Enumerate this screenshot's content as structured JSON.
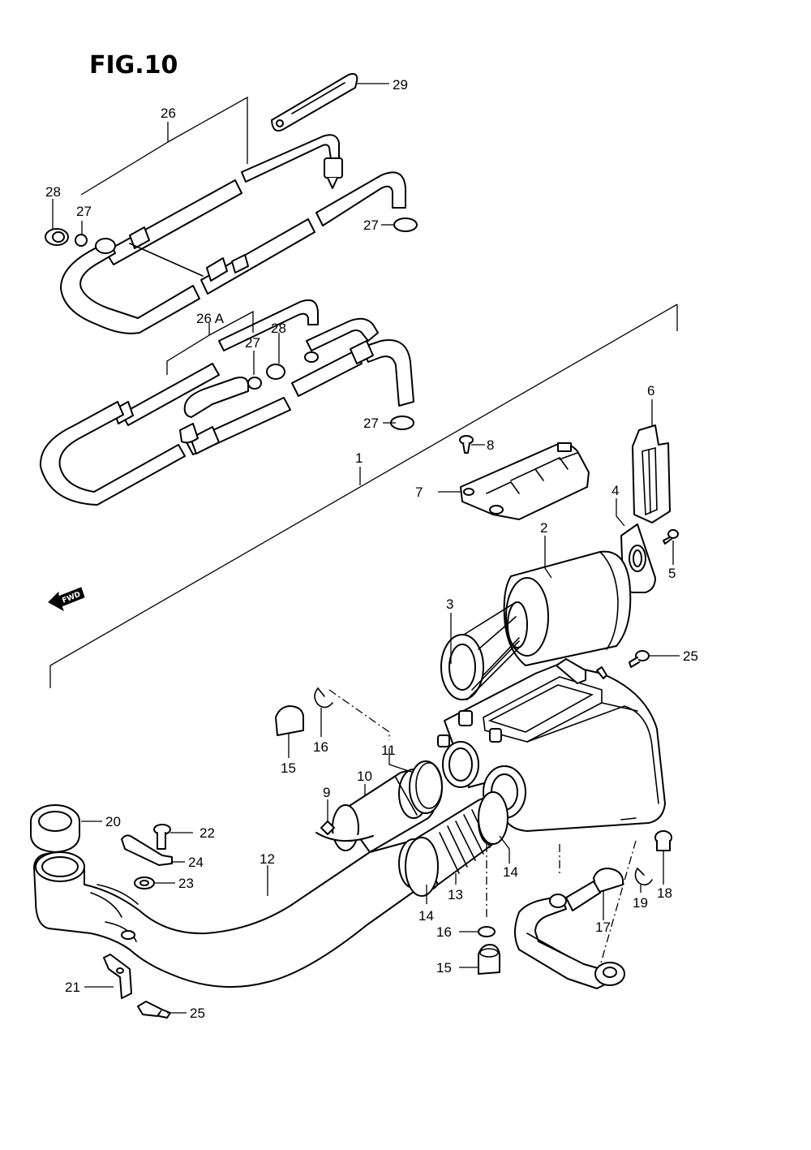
{
  "figure": {
    "title": "FIG.10"
  },
  "direction_label": "FWD",
  "callouts": [
    {
      "id": "c29",
      "label": "29"
    },
    {
      "id": "c26",
      "label": "26"
    },
    {
      "id": "c28a",
      "label": "28"
    },
    {
      "id": "c27a",
      "label": "27"
    },
    {
      "id": "c27b",
      "label": "27"
    },
    {
      "id": "c26A",
      "label": "26 A"
    },
    {
      "id": "c27c",
      "label": "27"
    },
    {
      "id": "c28b",
      "label": "28"
    },
    {
      "id": "c27d",
      "label": "27"
    },
    {
      "id": "c6",
      "label": "6"
    },
    {
      "id": "c8",
      "label": "8"
    },
    {
      "id": "c1",
      "label": "1"
    },
    {
      "id": "c7",
      "label": "7"
    },
    {
      "id": "c4",
      "label": "4"
    },
    {
      "id": "c2",
      "label": "2"
    },
    {
      "id": "c5",
      "label": "5"
    },
    {
      "id": "c3",
      "label": "3"
    },
    {
      "id": "c25a",
      "label": "25"
    },
    {
      "id": "c16a",
      "label": "16"
    },
    {
      "id": "c15a",
      "label": "15"
    },
    {
      "id": "c11",
      "label": "11"
    },
    {
      "id": "c10",
      "label": "10"
    },
    {
      "id": "c9",
      "label": "9"
    },
    {
      "id": "c20",
      "label": "20"
    },
    {
      "id": "c22",
      "label": "22"
    },
    {
      "id": "c12",
      "label": "12"
    },
    {
      "id": "c24",
      "label": "24"
    },
    {
      "id": "c23",
      "label": "23"
    },
    {
      "id": "c14a",
      "label": "14"
    },
    {
      "id": "c13",
      "label": "13"
    },
    {
      "id": "c14b",
      "label": "14"
    },
    {
      "id": "c18",
      "label": "18"
    },
    {
      "id": "c19",
      "label": "19"
    },
    {
      "id": "c17",
      "label": "17"
    },
    {
      "id": "c16b",
      "label": "16"
    },
    {
      "id": "c15b",
      "label": "15"
    },
    {
      "id": "c21",
      "label": "21"
    },
    {
      "id": "c25b",
      "label": "25"
    }
  ]
}
